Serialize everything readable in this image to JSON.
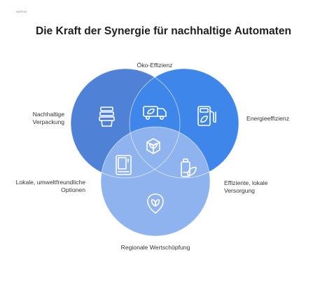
{
  "logo_text": "NAPKIN",
  "title": "Die Kraft der Synergie für nachhaltige Automaten",
  "sets": {
    "eco": "Öko-Effizienz",
    "packaging": "Nachhaltige Verpackung",
    "energy": "Energieeffizienz",
    "value": "Regionale Wertschöpfung"
  },
  "intersections": {
    "local_options": "Lokale, umweltfreundliche Optionen",
    "supply": "Effiziente, lokale Versorgung"
  },
  "colors": {
    "left_circle": "#4f81d6",
    "right_circle": "#3f86ea",
    "bottom_circle": "#8fb3ef",
    "icon_stroke": "#ffffff"
  },
  "icons": [
    "stacked-cups-icon",
    "delivery-truck-leaf-icon",
    "fuel-pump-leaf-icon",
    "vending-machine-icon",
    "box-sprout-icon",
    "battery-leaf-icon",
    "location-pin-leaf-icon"
  ]
}
